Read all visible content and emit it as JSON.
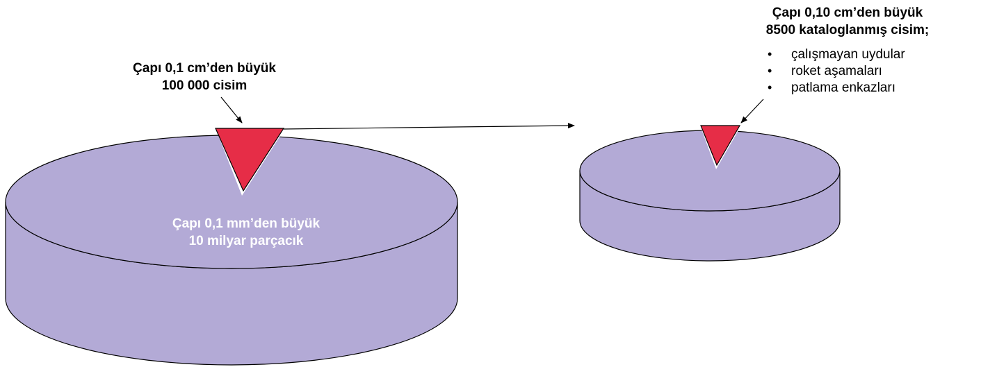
{
  "colors": {
    "disk_fill": "#b3aad6",
    "wedge_fill": "#e62d47",
    "outline": "#000000",
    "inner_text": "#ffffff",
    "background": "#ffffff"
  },
  "large_disk": {
    "label_line1": "Çapı 0,1 mm’den büyük",
    "label_line2": "10 milyar parçacık"
  },
  "large_wedge_callout": {
    "line1": "Çapı 0,1 cm’den büyük",
    "line2": "100 000 cisim"
  },
  "small_disk_callout": {
    "line1": "Çapı 0,10 cm’den büyük",
    "line2": "8500 kataloglanmış cisim;",
    "bullet_glyph": "•",
    "bullets": [
      "çalışmayan uydular",
      "roket aşamaları",
      "patlama enkazları"
    ]
  }
}
